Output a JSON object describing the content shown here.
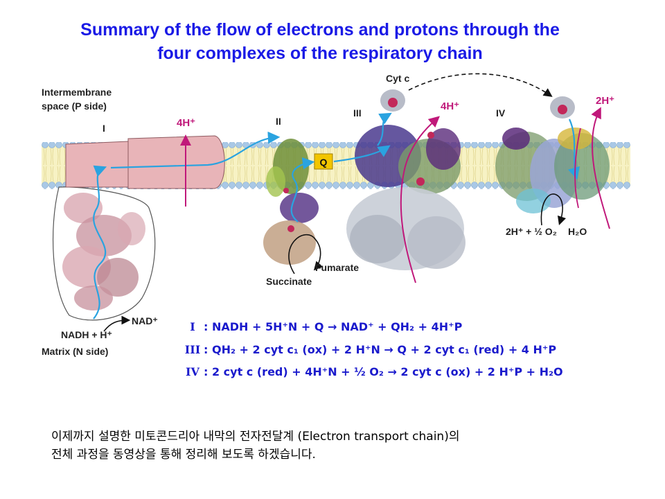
{
  "title": {
    "line1": "Summary of the flow of electrons and protons through the",
    "line2": "four complexes of the respiratory chain"
  },
  "labels": {
    "intermembrane_1": "Intermembrane",
    "intermembrane_2": "space (P side)",
    "matrix": "Matrix (N side)",
    "complex_I": "I",
    "complex_II": "II",
    "complex_III": "III",
    "complex_IV": "IV",
    "cyt_c": "Cyt c",
    "q": "Q",
    "h_I": "4H⁺",
    "h_III": "4H⁺",
    "h_IV": "2H⁺",
    "nadh": "NADH + H⁺",
    "nad": "NAD⁺",
    "succinate": "Succinate",
    "fumarate": "Fumarate",
    "o2_reactants": "2H⁺ + ½ O₂",
    "h2o": "H₂O"
  },
  "equations": {
    "eq1": {
      "label": "I",
      "text": ": NADH + 5H⁺N + Q → NAD⁺ + QH₂ + 4H⁺P"
    },
    "eq2": {
      "label": "III",
      "text": ": QH₂ + 2 cyt c₁ (ox) + 2 H⁺N → Q + 2 cyt c₁ (red) + 4 H⁺P"
    },
    "eq3": {
      "label": "IV",
      "text": ": 2 cyt c (red) + 4H⁺N + ½ O₂ → 2 cyt c (ox) + 2 H⁺P + H₂O"
    }
  },
  "note": {
    "line1": "이제까지 설명한 미토콘드리아 내막의 전자전달계 (Electron transport chain)의",
    "line2": "전체 과정을 동영상을 통해 정리해 보도록 하겠습니다."
  },
  "colors": {
    "title": "#1a1ae6",
    "equations": "#1a1acc",
    "electron_path": "#2aa3e0",
    "proton_arrow": "#c0187a",
    "complex_I_arm": "#e8b4b8",
    "membrane": "#f7f2c4",
    "q_box": "#f2c500"
  }
}
